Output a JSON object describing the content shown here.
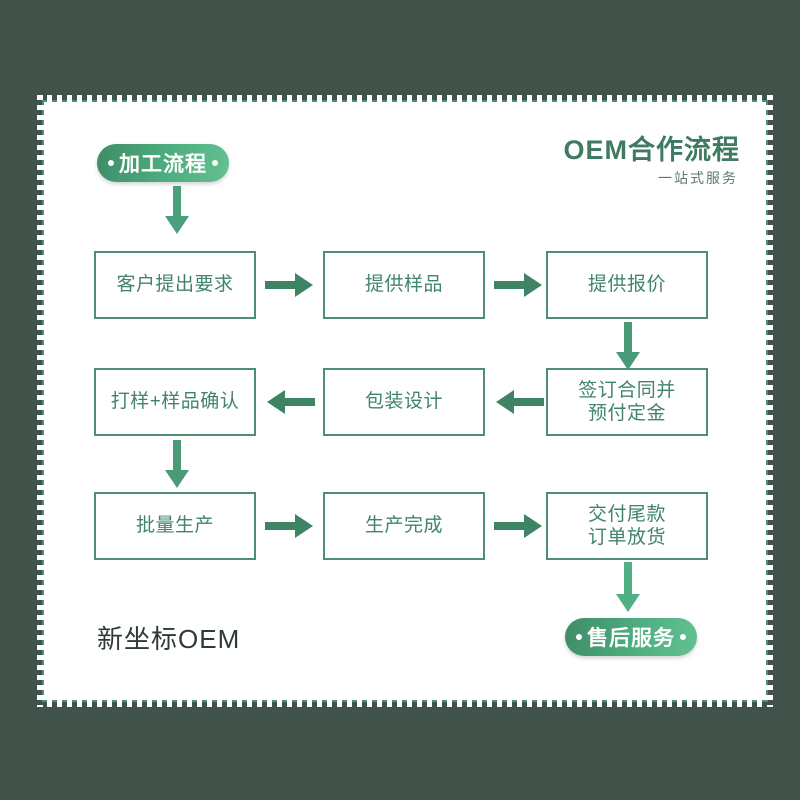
{
  "theme": {
    "background": "#41524b",
    "card_background": "#ffffff",
    "accent_green": "#4e8f73",
    "title_green": "#3f7a62",
    "box_text": "#41846a",
    "pill_gradient_from": "#3f8c67",
    "pill_gradient_to": "#63c091",
    "brand_text": "#2f3b35"
  },
  "header": {
    "title": "OEM合作流程",
    "subtitle": "一站式服务"
  },
  "pills": {
    "start": "加工流程",
    "end": "售后服务"
  },
  "flow": {
    "rows": [
      {
        "direction": "right",
        "nodes": [
          {
            "label": "客户提出要求"
          },
          {
            "label": "提供样品"
          },
          {
            "label": "提供报价"
          }
        ]
      },
      {
        "direction": "left",
        "nodes": [
          {
            "label": "打样+样品确认"
          },
          {
            "label": "包装设计"
          },
          {
            "label": "签订合同并\n预付定金"
          }
        ]
      },
      {
        "direction": "right",
        "nodes": [
          {
            "label": "批量生产"
          },
          {
            "label": "生产完成"
          },
          {
            "label": "交付尾款\n订单放货"
          }
        ]
      }
    ]
  },
  "footer": {
    "brand": "新坐标OEM"
  }
}
